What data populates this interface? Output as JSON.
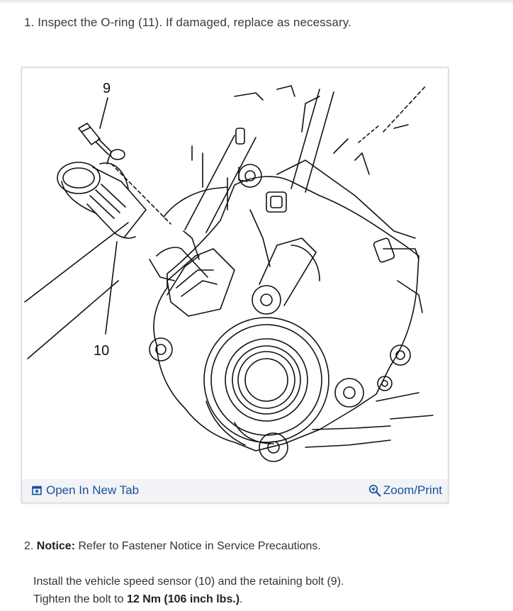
{
  "steps": {
    "step1_text": "1. Inspect the O-ring (11). If damaged, replace as necessary.",
    "step2_number": "2.",
    "step2_notice_label": "Notice:",
    "step2_notice_text": "Refer to Fastener Notice in Service Precautions.",
    "step2_line1": "Install the vehicle speed sensor (10) and the retaining bolt (9).",
    "step2_line2_prefix": "Tighten the bolt to",
    "step2_torque": "12 Nm (106 inch lbs.)",
    "step2_line2_suffix": "."
  },
  "figure": {
    "callout_bolt": "9",
    "callout_sensor": "10",
    "open_tab_label": "Open In New Tab",
    "zoom_print_label": "Zoom/Print",
    "open_tab_icon": "open-in-new-tab-icon",
    "zoom_icon": "zoom-in-icon",
    "link_color": "#1a4f9c",
    "bar_color": "#f1f3f7"
  }
}
